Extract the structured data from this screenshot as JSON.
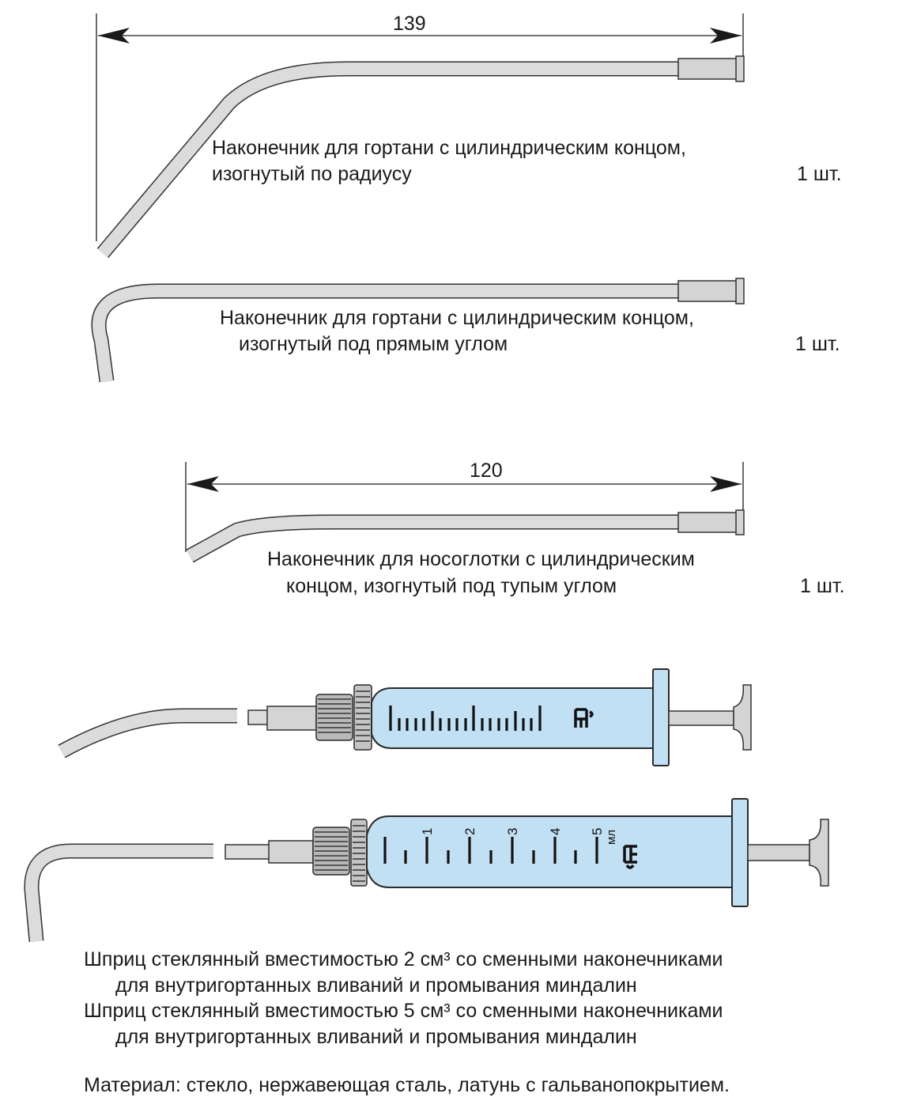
{
  "colors": {
    "tube_fill": "#dcdcdc",
    "tube_stroke": "#333333",
    "barrel_fill": "#c2e0f4",
    "barrel_stroke": "#2b2b2b",
    "metal_fill": "#d4d4d4",
    "nut_dark": "#8a8a8a",
    "text": "#1a1a1a"
  },
  "tips": [
    {
      "dimension": "139",
      "line1": "Наконечник для гортани с цилиндрическим концом,",
      "line2": "изогнутый по радиусу",
      "qty": "1 шт."
    },
    {
      "line1": "Наконечник для гортани с цилиндрическим концом,",
      "line2": "изогнутый под прямым углом",
      "qty": "1 шт."
    },
    {
      "dimension": "120",
      "line1": "Наконечник для носоглотки с цилиндрическим",
      "line2": "концом, изогнутый под тупым углом",
      "qty": "1 шт."
    }
  ],
  "syringe_small": {
    "mark_icon": "logo-mark-icon"
  },
  "syringe_large": {
    "scale_labels": [
      "1",
      "2",
      "3",
      "4",
      "5"
    ],
    "unit": "мл",
    "mark_icon": "logo-mark-icon"
  },
  "captions": {
    "syringe2_line1": "Шприц стеклянный вместимостью 2 см³ со сменными наконечниками",
    "syringe2_line2": "для внутригортанных вливаний и промывания миндалин",
    "syringe5_line1": "Шприц стеклянный вместимостью 5 см³ со сменными наконечниками",
    "syringe5_line2": "для внутригортанных вливаний и промывания миндалин",
    "material": "Материал: стекло, нержавеющая сталь, латунь с гальванопокрытием."
  }
}
